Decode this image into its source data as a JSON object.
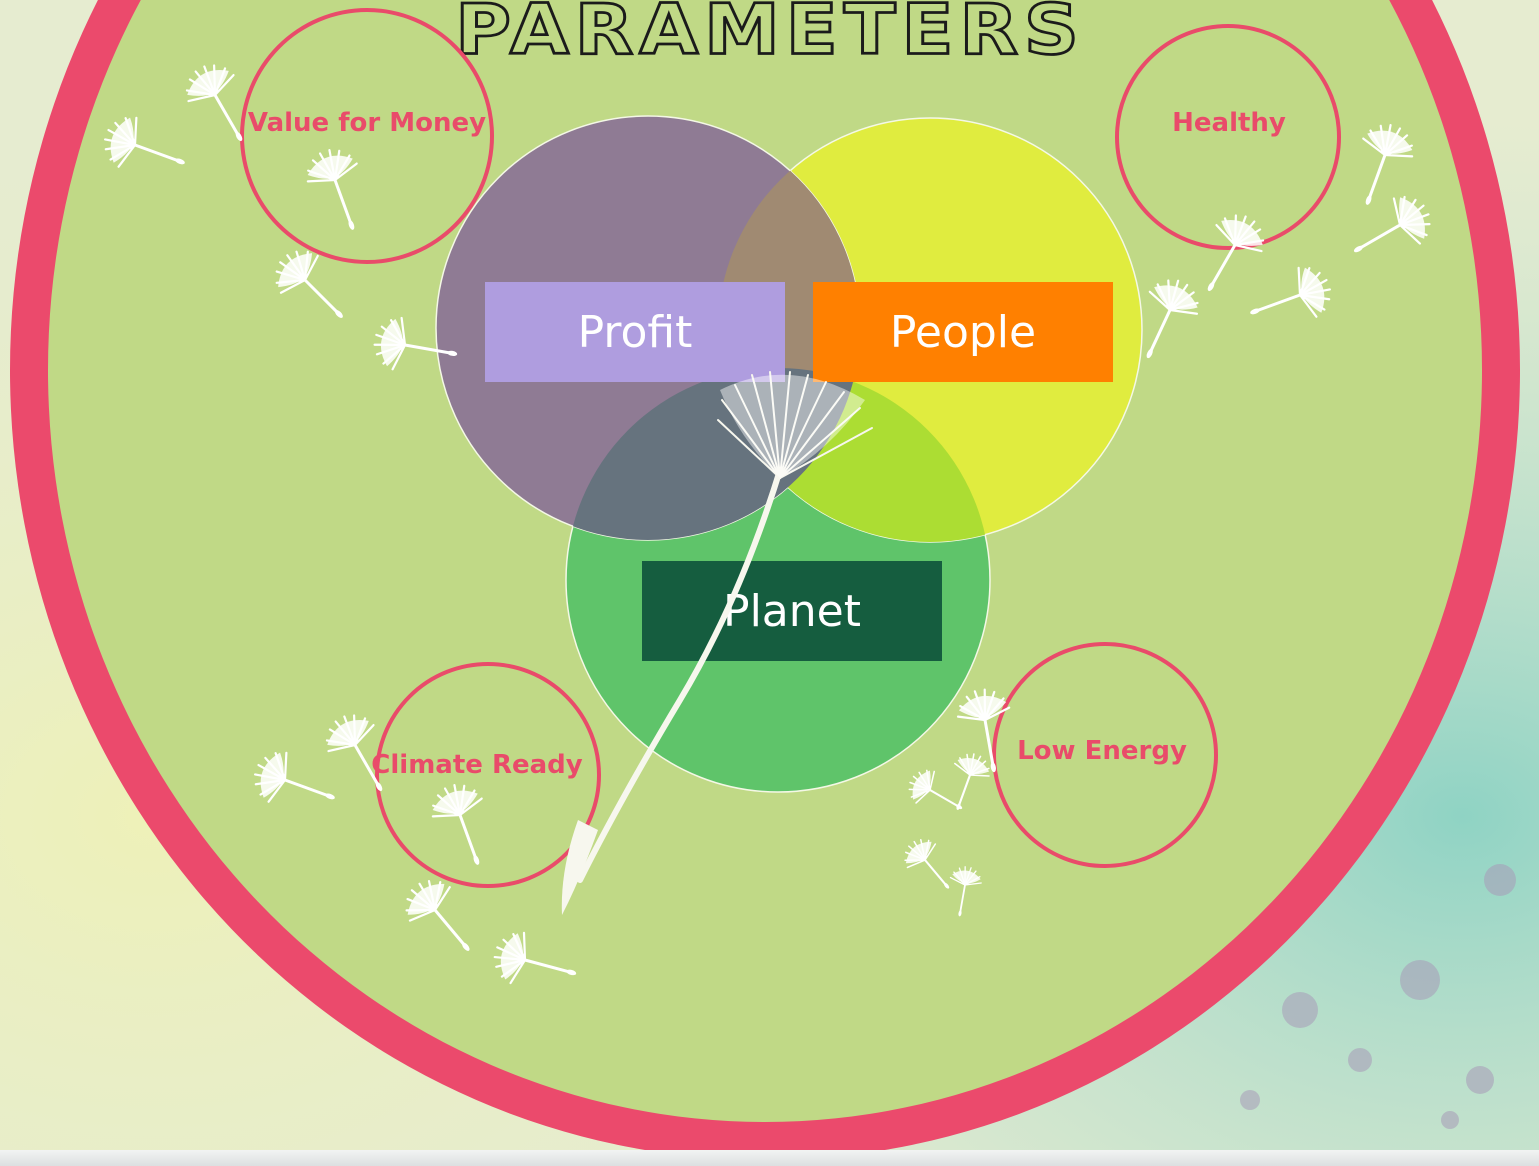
{
  "title": "PARAMETERS",
  "venn": {
    "sets": [
      {
        "key": "profit",
        "label": "Profit",
        "circle_color": "#8f7b94",
        "label_color": "#af9ddf"
      },
      {
        "key": "people",
        "label": "People",
        "circle_color": "#e0ec3f",
        "label_color": "#ff8000"
      },
      {
        "key": "planet",
        "label": "Planet",
        "circle_color": "#5fc46a",
        "label_color": "#155d3f"
      }
    ],
    "overlap_colors": {
      "profit_people": "#a08a72",
      "profit_planet": "#66737e",
      "people_planet": "#acdd33"
    }
  },
  "criteria": [
    {
      "key": "value-for-money",
      "label": "Value for Money"
    },
    {
      "key": "healthy",
      "label": "Healthy"
    },
    {
      "key": "climate-ready",
      "label": "Climate Ready"
    },
    {
      "key": "low-energy",
      "label": "Low Energy"
    }
  ],
  "colors": {
    "ring": "#eb4a6c",
    "disc": "#c0d986",
    "text_accent": "#e94b6a"
  },
  "decorations": {
    "icon": "dandelion-seed-icon"
  }
}
